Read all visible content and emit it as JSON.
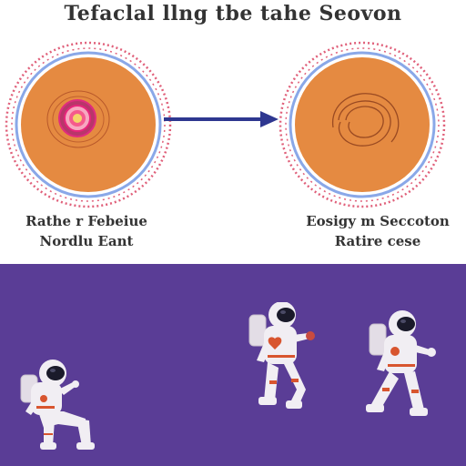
{
  "title": "Tefaclal llng tbe tahe Seovon",
  "left_caption": {
    "line1": "Rathe r Febeiue",
    "line2": "Nordlu Eant"
  },
  "right_caption": {
    "line1": "Eosigy m Seccoton",
    "line2": "Ratire cese"
  },
  "colors": {
    "planet_orange": "#e58a41",
    "planet_ring": "#8aa8e8",
    "dotted_ring": "#e0607a",
    "arrow": "#2e3790",
    "space_bg": "#5a3d96",
    "suit": "#f1eef3",
    "suit_accent": "#d8552f"
  }
}
